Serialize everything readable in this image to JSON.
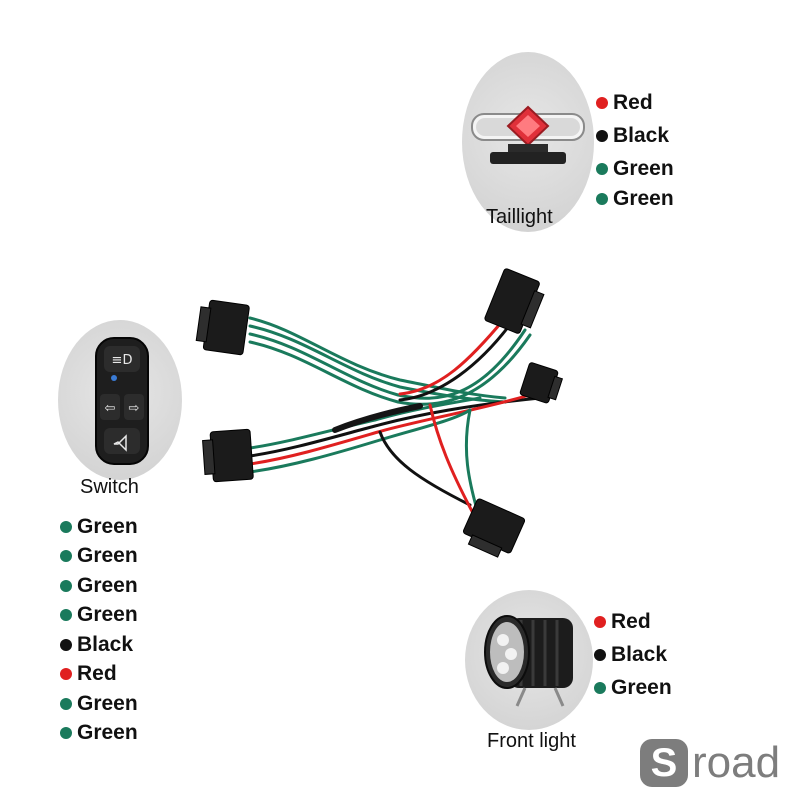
{
  "taillight": {
    "caption": "Taillight",
    "wires": [
      {
        "color": "#e02020",
        "label": "Red"
      },
      {
        "color": "#111111",
        "label": "Black"
      },
      {
        "color": "#1a7a5c",
        "label": "Green"
      },
      {
        "color": "#1a7a5c",
        "label": "Green"
      }
    ]
  },
  "switch": {
    "caption": "Switch",
    "wires": [
      {
        "color": "#1a7a5c",
        "label": "Green"
      },
      {
        "color": "#1a7a5c",
        "label": "Green"
      },
      {
        "color": "#1a7a5c",
        "label": "Green"
      },
      {
        "color": "#1a7a5c",
        "label": "Green"
      },
      {
        "color": "#111111",
        "label": "Black"
      },
      {
        "color": "#e02020",
        "label": "Red"
      },
      {
        "color": "#1a7a5c",
        "label": "Green"
      },
      {
        "color": "#1a7a5c",
        "label": "Green"
      }
    ]
  },
  "front_light": {
    "caption": "Front light",
    "wires": [
      {
        "color": "#e02020",
        "label": "Red"
      },
      {
        "color": "#111111",
        "label": "Black"
      },
      {
        "color": "#1a7a5c",
        "label": "Green"
      }
    ]
  },
  "logo": {
    "letter": "S",
    "text": "road"
  },
  "colors": {
    "green_wire": "#1a7a5c",
    "red_wire": "#e02020",
    "black_wire": "#111111",
    "connector": "#1b1b1b"
  }
}
